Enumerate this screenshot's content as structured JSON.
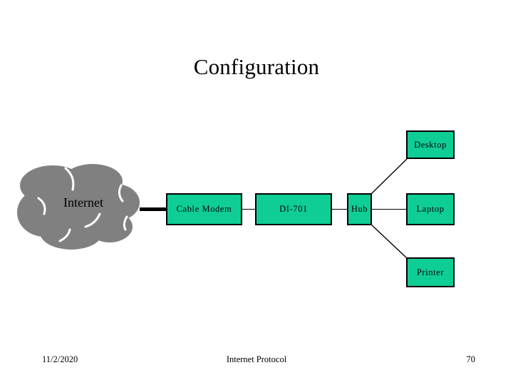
{
  "slide": {
    "title": "Configuration",
    "background_color": "#FFFFFF"
  },
  "diagram": {
    "cloud": {
      "label": "Internet",
      "fill_color": "#808080",
      "icon": "cloud-shape"
    },
    "node_fill_color": "#0ECE96",
    "node_border_color": "#000000",
    "nodes": [
      {
        "id": "cable-modem",
        "label": "Cable Modem"
      },
      {
        "id": "di-701",
        "label": "DI-701"
      },
      {
        "id": "hub",
        "label": "Hub"
      },
      {
        "id": "desktop",
        "label": "Desktop"
      },
      {
        "id": "laptop",
        "label": "Laptop"
      },
      {
        "id": "printer",
        "label": "Printer"
      }
    ],
    "links": [
      {
        "from": "internet",
        "to": "cable-modem",
        "style": "thick"
      },
      {
        "from": "cable-modem",
        "to": "di-701",
        "style": "thin"
      },
      {
        "from": "di-701",
        "to": "hub",
        "style": "thin"
      },
      {
        "from": "hub",
        "to": "desktop",
        "style": "thin-diagonal"
      },
      {
        "from": "hub",
        "to": "laptop",
        "style": "thin"
      },
      {
        "from": "hub",
        "to": "printer",
        "style": "thin-diagonal"
      }
    ]
  },
  "footer": {
    "date": "11/2/2020",
    "subject": "Internet Protocol",
    "page_number": "70"
  }
}
